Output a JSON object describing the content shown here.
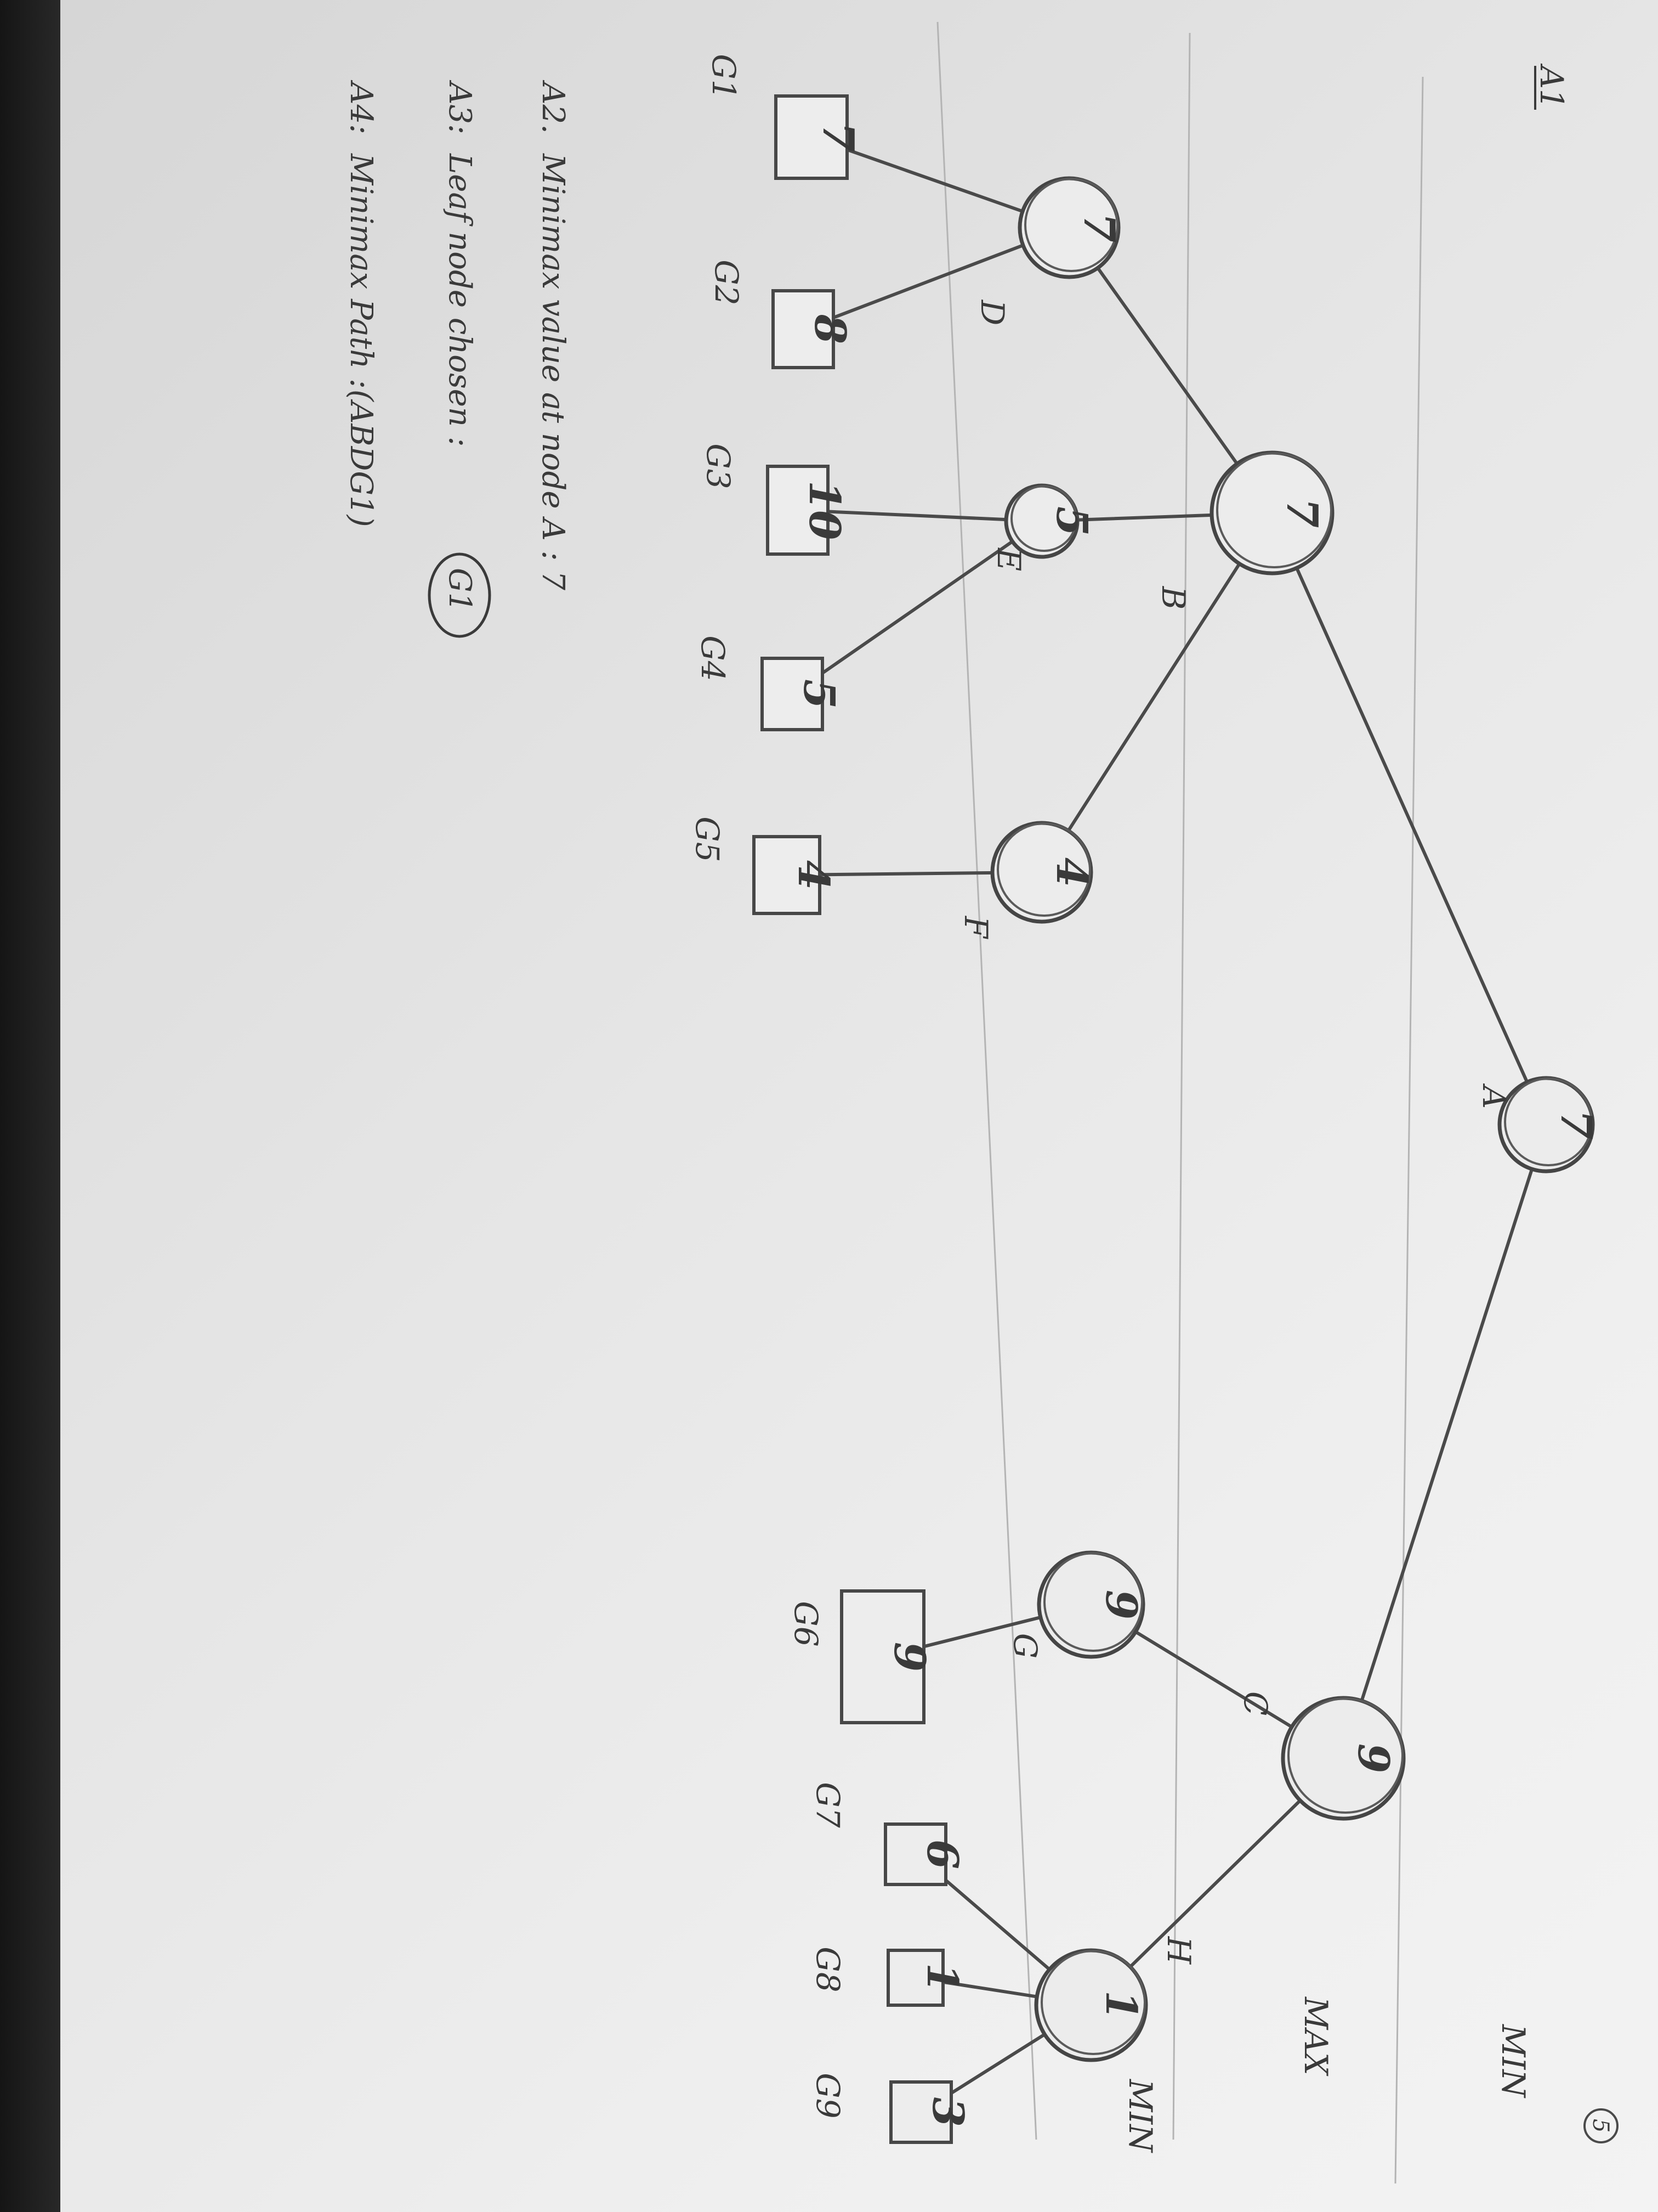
{
  "header": {
    "label": "A1"
  },
  "page_number": "5",
  "levels": [
    {
      "id": "lvl-min-top",
      "text": "MIN"
    },
    {
      "id": "lvl-max",
      "text": "MAX"
    },
    {
      "id": "lvl-min",
      "text": "MIN"
    }
  ],
  "nodes": [
    {
      "id": "A",
      "label": "A",
      "value": "7"
    },
    {
      "id": "B",
      "label": "B",
      "value": "7"
    },
    {
      "id": "C",
      "label": "C",
      "value": "9"
    },
    {
      "id": "D",
      "label": "D",
      "value": "7"
    },
    {
      "id": "E",
      "label": "E",
      "value": "5"
    },
    {
      "id": "F",
      "label": "F",
      "value": "4"
    },
    {
      "id": "G",
      "label": "G",
      "value": "9"
    },
    {
      "id": "H",
      "label": "H",
      "value": "1"
    }
  ],
  "leaves": [
    {
      "id": "G1",
      "label": "G1",
      "value": "7"
    },
    {
      "id": "G2",
      "label": "G2",
      "value": "8"
    },
    {
      "id": "G3",
      "label": "G3",
      "value": "10"
    },
    {
      "id": "G4",
      "label": "G4",
      "value": "5"
    },
    {
      "id": "G5",
      "label": "G5",
      "value": "4"
    },
    {
      "id": "G6",
      "label": "G6",
      "value": "9"
    },
    {
      "id": "G7",
      "label": "G7",
      "value": "6"
    },
    {
      "id": "G8",
      "label": "G8",
      "value": "1"
    },
    {
      "id": "G9",
      "label": "G9",
      "value": "3"
    }
  ],
  "edges": [
    [
      "A",
      "B"
    ],
    [
      "A",
      "C"
    ],
    [
      "B",
      "D"
    ],
    [
      "B",
      "E"
    ],
    [
      "B",
      "F"
    ],
    [
      "C",
      "G"
    ],
    [
      "C",
      "H"
    ],
    [
      "D",
      "G1"
    ],
    [
      "D",
      "G2"
    ],
    [
      "E",
      "G3"
    ],
    [
      "E",
      "G4"
    ],
    [
      "F",
      "G5"
    ],
    [
      "G",
      "G6"
    ],
    [
      "H",
      "G7"
    ],
    [
      "H",
      "G8"
    ],
    [
      "H",
      "G9"
    ]
  ],
  "answers": [
    {
      "id": "A2",
      "label": "A2.",
      "text": "Minimax value at node A : 7"
    },
    {
      "id": "A3",
      "label": "A3:",
      "text": "Leaf node chosen :",
      "circled": "G1"
    },
    {
      "id": "A4",
      "label": "A4:",
      "text": "Minimax Path :",
      "path": "(ABDG1)"
    }
  ]
}
